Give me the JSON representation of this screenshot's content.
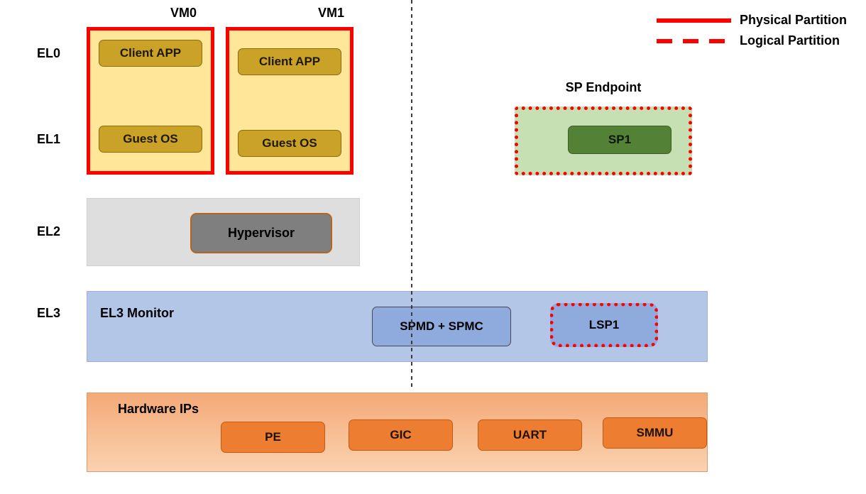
{
  "legend": {
    "physical_label": "Physical Partition",
    "logical_label": "Logical Partition"
  },
  "exception_levels": {
    "el0": "EL0",
    "el1": "EL1",
    "el2": "EL2",
    "el3": "EL3"
  },
  "vms": [
    {
      "label": "VM0",
      "client_app": "Client APP",
      "guest_os": "Guest OS"
    },
    {
      "label": "VM1",
      "client_app": "Client APP",
      "guest_os": "Guest OS"
    }
  ],
  "sp_endpoint": {
    "title": "SP Endpoint",
    "partition": "SP1"
  },
  "el2_row": {
    "hypervisor": "Hypervisor"
  },
  "el3_row": {
    "title": "EL3 Monitor",
    "spmd_spmc": "SPMD + SPMC",
    "lsp1": "LSP1"
  },
  "hardware": {
    "title": "Hardware IPs",
    "items": [
      "PE",
      "GIC",
      "UART",
      "SMMU"
    ]
  },
  "colors": {
    "partition_red": "#FF0000",
    "vm_fill": "#FFE699",
    "gold_chip_fill": "#C9A227",
    "sp_endpoint_fill": "#C6E0B4",
    "sp1_fill": "#538135",
    "el2_fill": "#DEDEDE",
    "hypervisor_fill": "#7F7F7F",
    "el3_fill": "#B4C6E7",
    "blue_chip_fill": "#8FAADC",
    "hardware_fill_top": "#F4A977",
    "hardware_fill_bottom": "#FAD2B0",
    "hardware_chip_fill": "#ED7D31"
  }
}
